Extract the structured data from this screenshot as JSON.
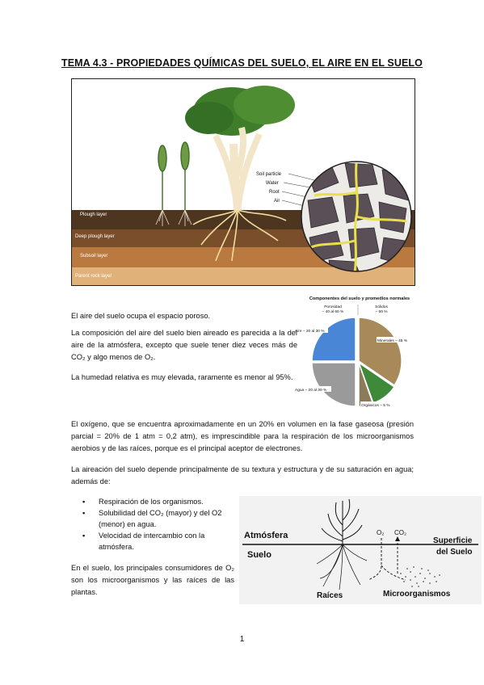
{
  "title": "TEMA 4.3 - PROPIEDADES QUÍMICAS DEL SUELO, EL AIRE EN EL SUELO",
  "figure1": {
    "layers": [
      "Plough layer",
      "Deep plough layer",
      "Subsoil layer",
      "Parent rock layer"
    ],
    "callouts": [
      "Soil particle",
      "Water",
      "Root",
      "Air"
    ]
  },
  "figure2": {
    "title": "Componentes del suelo y promedios normales",
    "porosidad": "Porosidad",
    "porosidad_val": "– 40 al 60 %",
    "solidos": "Sólidos",
    "solidos_val": "– 60 %",
    "aire": "Aire – 20 al 30 %",
    "agua": "Agua – 20 al 30 %",
    "minerales": "Minerales – 45 %",
    "organicos": "Orgánicos – 5 %"
  },
  "para1": "El aire del suelo ocupa el espacio poroso.",
  "para2": "La composición del aire del suelo bien aireado es parecida a la del aire de la atmósfera, excepto que suele tener diez veces más de CO₂ y algo menos de O₂.",
  "para3": "La humedad relativa es muy elevada, raramente es menor al 95%.",
  "para4": "El oxígeno, que se encuentra aproximadamente en un 20% en volumen en la fase gaseosa (presión parcial = 20% de 1 atm = 0,2 atm), es imprescindible para la respiración de los microorganismos aerobios y de las raíces, porque es el principal aceptor de electrones.",
  "para5": "La aireación del suelo depende principalmente de su textura y estructura y de su saturación en agua; además de:",
  "bullets": [
    "Respiración de los organismos.",
    "Solubilidad del CO₂ (mayor) y del O2 (menor) en agua.",
    "Velocidad de intercambio con la atmósfera."
  ],
  "para6": "En el suelo, los principales consumidores de O₂ son los microorganismos y las raíces de las plantas.",
  "figure3": {
    "atmosfera": "Atmósfera",
    "suelo": "Suelo",
    "superficie_1": "Superficie",
    "superficie_2": "del Suelo",
    "o2": "O₂",
    "co2": "CO₂",
    "raices": "Raíces",
    "microorganismos": "Microorganismos"
  },
  "page_number": "1"
}
